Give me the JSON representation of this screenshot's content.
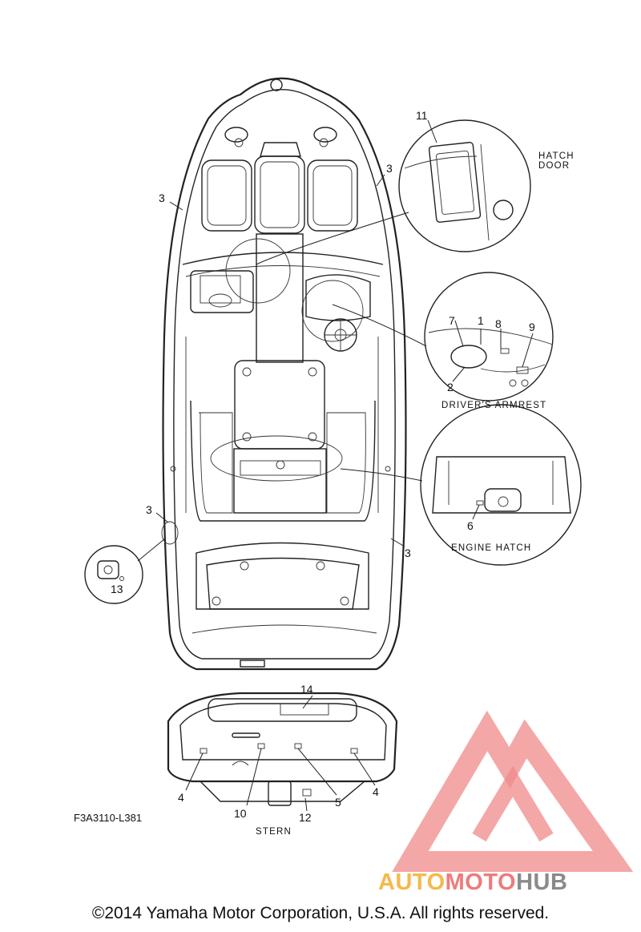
{
  "labels": {
    "l1": "1",
    "l2": "2",
    "l3a": "3",
    "l3b": "3",
    "l3c": "3",
    "l3d": "3",
    "l4a": "4",
    "l4b": "4",
    "l5": "5",
    "l6": "6",
    "l7": "7",
    "l8": "8",
    "l9": "9",
    "l10": "10",
    "l11": "11",
    "l12": "12",
    "l13": "13",
    "l14": "14"
  },
  "captions": {
    "hatch_door_line1": "HATCH",
    "hatch_door_line2": "DOOR",
    "drivers_armrest": "DRIVER'S ARMREST",
    "engine_hatch": "ENGINE HATCH",
    "stern": "STERN"
  },
  "diagram_code": "F3A3110-L381",
  "watermark": {
    "auto": "AUTO",
    "moto": "MOTO",
    "hub": "HUB",
    "color_orange": "#f5b94a",
    "color_red": "#ef7b7b",
    "color_gray": "#8a8a8a"
  },
  "copyright": "©2014 Yamaha Motor Corporation, U.S.A. All rights reserved."
}
